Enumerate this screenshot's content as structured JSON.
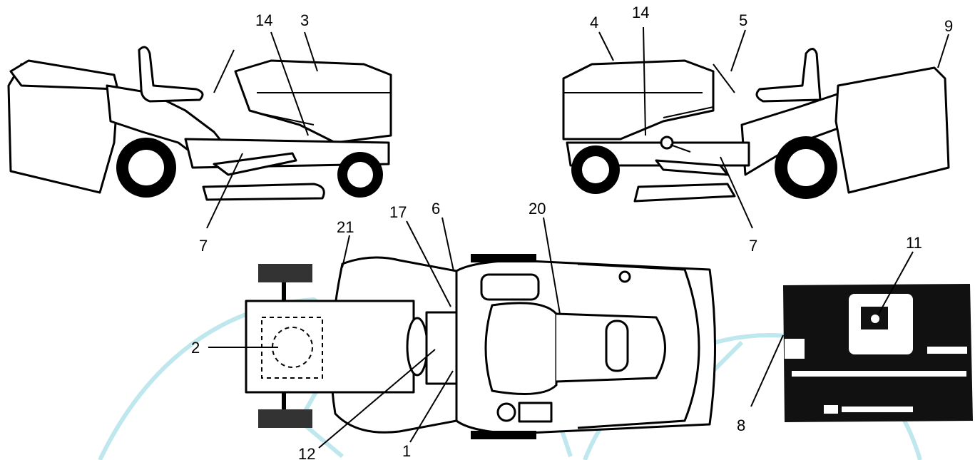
{
  "diagram": {
    "watermark_color": "#bfe7ee",
    "ink_color": "#000000",
    "views": [
      {
        "name": "left-side-view"
      },
      {
        "name": "right-side-view"
      },
      {
        "name": "top-view"
      },
      {
        "name": "control-panel-view"
      }
    ],
    "callouts": {
      "c14a": "14",
      "c3": "3",
      "c7a": "7",
      "c4": "4",
      "c14b": "14",
      "c5": "5",
      "c9": "9",
      "c7b": "7",
      "c21": "21",
      "c17": "17",
      "c6": "6",
      "c20": "20",
      "c2": "2",
      "c12": "12",
      "c1": "1",
      "c11": "11",
      "c8": "8"
    }
  }
}
